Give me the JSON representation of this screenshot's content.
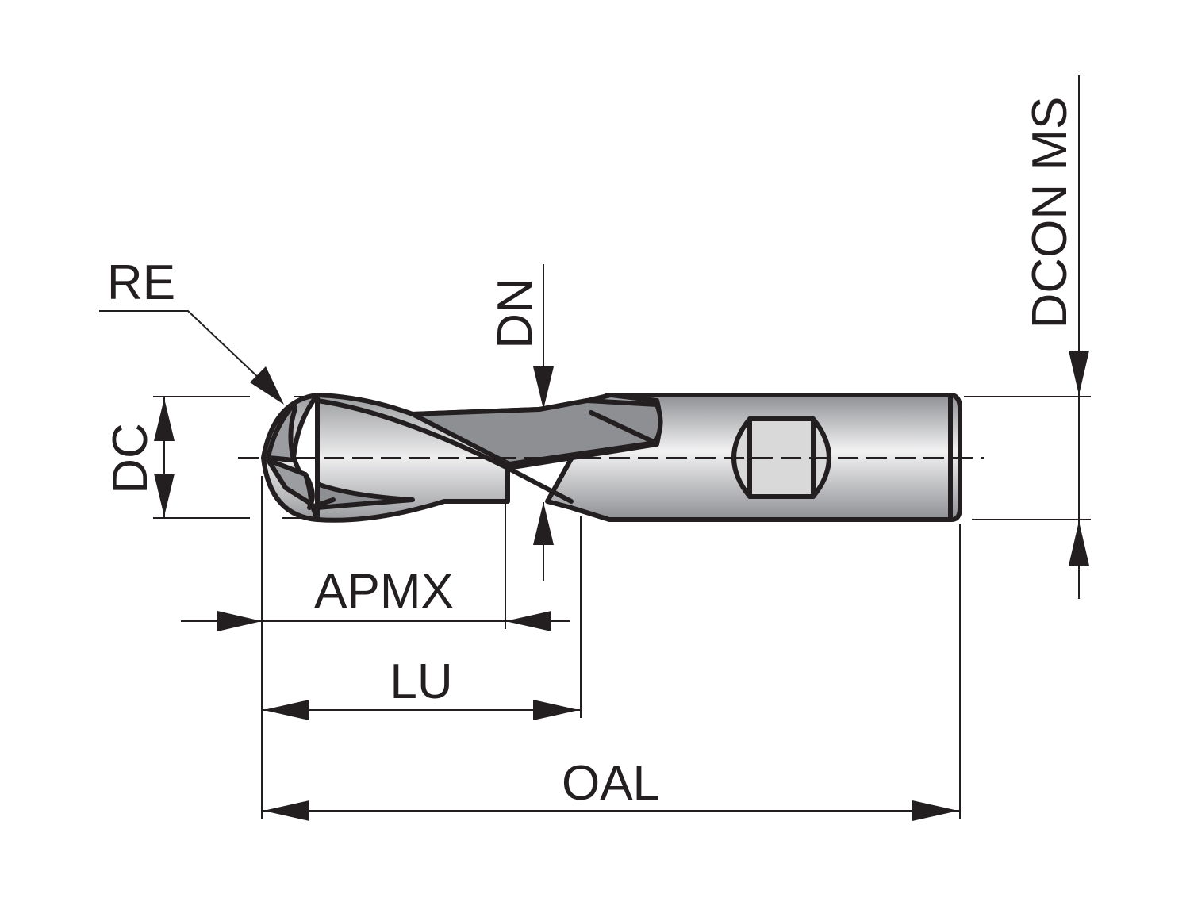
{
  "title": "Ball nose end mill dimension drawing",
  "labels": {
    "re": "RE",
    "dn": "DN",
    "dcon_ms": "DCON MS",
    "dc": "DC",
    "apmx": "APMX",
    "lu": "LU",
    "oal": "OAL"
  },
  "colors": {
    "line": "#231f20",
    "flute_dark": "#8e8f93",
    "body_light": "#e6e6e7",
    "body_mid": "#b3b4b6"
  }
}
